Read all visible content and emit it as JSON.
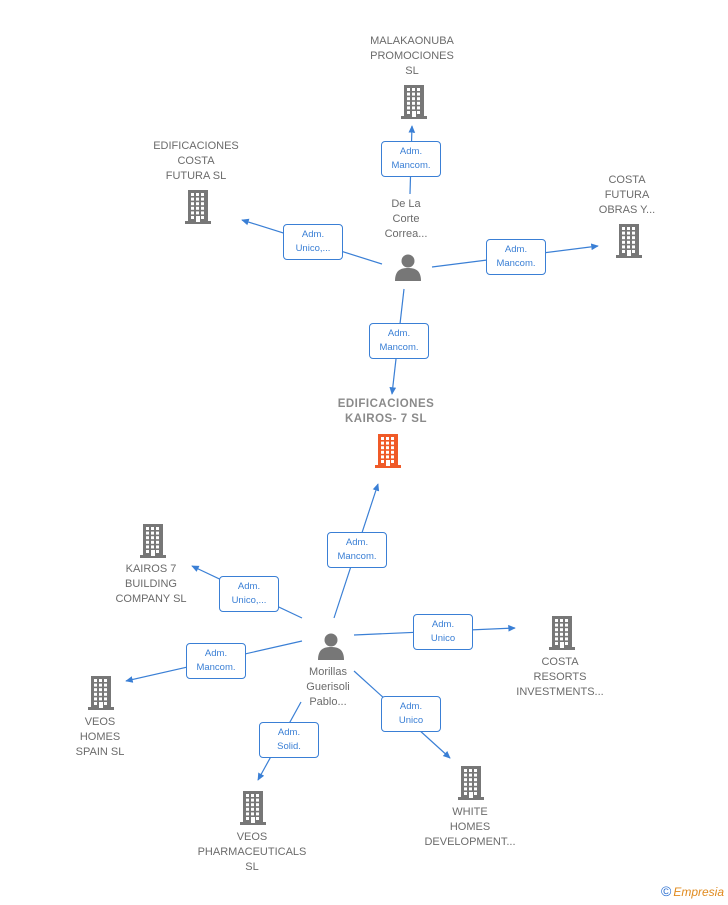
{
  "colors": {
    "edge": "#3a7fd5",
    "building": "#777777",
    "main_building": "#f05a28",
    "person": "#777777",
    "text": "#6b6b6b"
  },
  "nodes": [
    {
      "id": "malakaonuba",
      "type": "company",
      "lines": [
        "MALAKAONUBA",
        "PROMOCIONES",
        "SL"
      ]
    },
    {
      "id": "edif_costa",
      "type": "company",
      "lines": [
        "EDIFICACIONES",
        "COSTA",
        "FUTURA  SL"
      ]
    },
    {
      "id": "costa_futura_obras",
      "type": "company",
      "lines": [
        "COSTA",
        "FUTURA",
        "OBRAS Y..."
      ]
    },
    {
      "id": "delacorte",
      "type": "person",
      "lines": [
        "De La",
        "Corte",
        "Correa..."
      ]
    },
    {
      "id": "kairos_main",
      "type": "company_main",
      "lines": [
        "EDIFICACIONES",
        "KAIROS- 7  SL"
      ]
    },
    {
      "id": "kairos7",
      "type": "company",
      "lines": [
        "KAIROS 7",
        "BUILDING",
        "COMPANY  SL"
      ]
    },
    {
      "id": "morillas",
      "type": "person",
      "lines": [
        "Morillas",
        "Guerisoli",
        "Pablo..."
      ]
    },
    {
      "id": "costa_resorts",
      "type": "company",
      "lines": [
        "COSTA",
        "RESORTS",
        "INVESTMENTS..."
      ]
    },
    {
      "id": "veos_homes",
      "type": "company",
      "lines": [
        "VEOS",
        "HOMES",
        "SPAIN  SL"
      ]
    },
    {
      "id": "veos_pharma",
      "type": "company",
      "lines": [
        "VEOS",
        "PHARMACEUTICALS",
        "SL"
      ]
    },
    {
      "id": "white_homes",
      "type": "company",
      "lines": [
        "WHITE",
        "HOMES",
        "DEVELOPMENT..."
      ]
    }
  ],
  "edges": [
    {
      "from": "delacorte",
      "to": "malakaonuba",
      "label": [
        "Adm.",
        "Mancom."
      ]
    },
    {
      "from": "delacorte",
      "to": "edif_costa",
      "label": [
        "Adm.",
        "Unico,..."
      ]
    },
    {
      "from": "delacorte",
      "to": "costa_futura_obras",
      "label": [
        "Adm.",
        "Mancom."
      ]
    },
    {
      "from": "delacorte",
      "to": "kairos_main",
      "label": [
        "Adm.",
        "Mancom."
      ]
    },
    {
      "from": "morillas",
      "to": "kairos_main",
      "label": [
        "Adm.",
        "Mancom."
      ]
    },
    {
      "from": "morillas",
      "to": "kairos7",
      "label": [
        "Adm.",
        "Unico,..."
      ]
    },
    {
      "from": "morillas",
      "to": "costa_resorts",
      "label": [
        "Adm.",
        "Unico"
      ]
    },
    {
      "from": "morillas",
      "to": "veos_homes",
      "label": [
        "Adm.",
        "Mancom."
      ]
    },
    {
      "from": "morillas",
      "to": "veos_pharma",
      "label": [
        "Adm.",
        "Solid."
      ]
    },
    {
      "from": "morillas",
      "to": "white_homes",
      "label": [
        "Adm.",
        "Unico"
      ]
    }
  ],
  "footer": {
    "copyright_symbol": "©",
    "brand": "Empresia"
  }
}
